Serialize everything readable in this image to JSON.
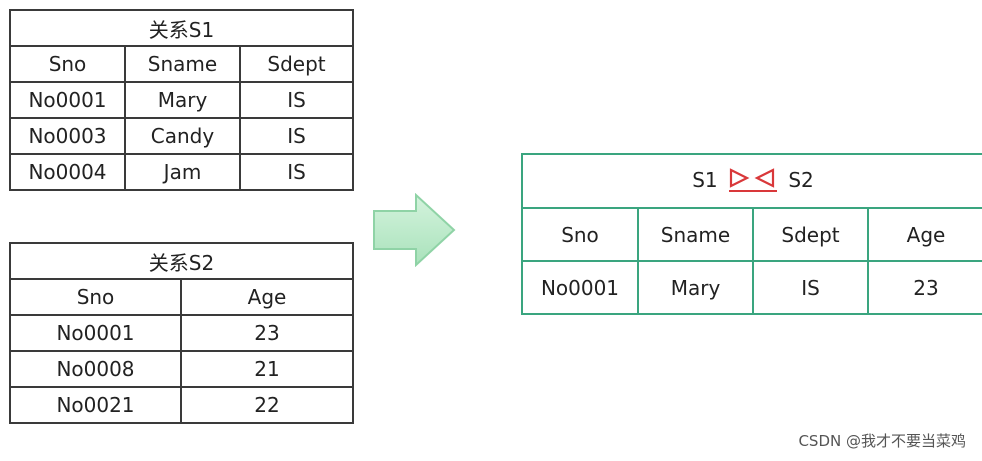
{
  "s1": {
    "title": "关系S1",
    "headers": [
      "Sno",
      "Sname",
      "Sdept"
    ],
    "rows": [
      [
        "No0001",
        "Mary",
        "IS"
      ],
      [
        "No0003",
        "Candy",
        "IS"
      ],
      [
        "No0004",
        "Jam",
        "IS"
      ]
    ]
  },
  "s2": {
    "title": "关系S2",
    "headers": [
      "Sno",
      "Age"
    ],
    "rows": [
      [
        "No0001",
        "23"
      ],
      [
        "No0008",
        "21"
      ],
      [
        "No0021",
        "22"
      ]
    ]
  },
  "result": {
    "left_operand": "S1",
    "right_operand": "S2",
    "join_symbol": "natural-join-bowtie-icon",
    "headers": [
      "Sno",
      "Sname",
      "Sdept",
      "Age"
    ],
    "rows": [
      [
        "No0001",
        "Mary",
        "IS",
        "23"
      ]
    ]
  },
  "arrow": {
    "icon": "right-arrow-icon"
  },
  "watermark": "CSDN @我才不要当菜鸡",
  "colors": {
    "table_border": "#3a3a3a",
    "result_border": "#3aa57f",
    "join_symbol": "#d9383a",
    "arrow_fill": "#b7e8c6",
    "arrow_stroke": "#7fcf98"
  }
}
